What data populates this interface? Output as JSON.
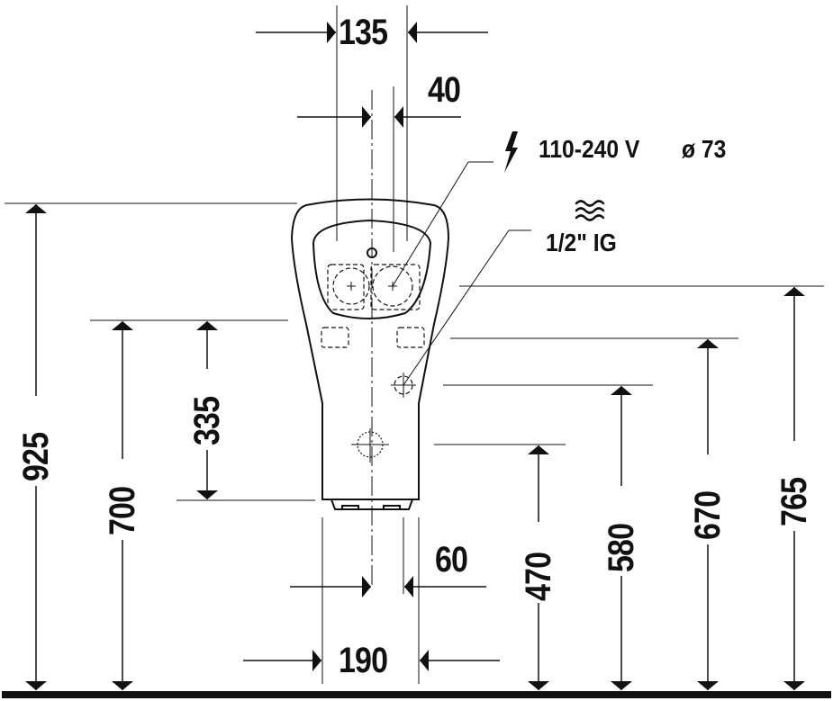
{
  "drawing": {
    "type": "urinal installation dimension drawing",
    "units": "mm",
    "line_color": "#111111",
    "background": "#ffffff"
  },
  "horizontal_dimensions": {
    "top_width": "135",
    "inlet_offset": "40",
    "bottom_offset": "60",
    "bottom_width": "190"
  },
  "vertical_dimensions": {
    "overall_height": "925",
    "bottom_edge_height": "700",
    "top_to_bottom_span": "335",
    "outlet_height": "470",
    "water_inlet_height": "580",
    "sensor_height": "670",
    "electrical_height": "765"
  },
  "annotations": {
    "electrical": {
      "icon": "lightning-bolt-icon",
      "text": "110-240 V",
      "diameter": "ø 73"
    },
    "water": {
      "icon": "water-waves-icon",
      "text": "1/2\" IG"
    }
  }
}
